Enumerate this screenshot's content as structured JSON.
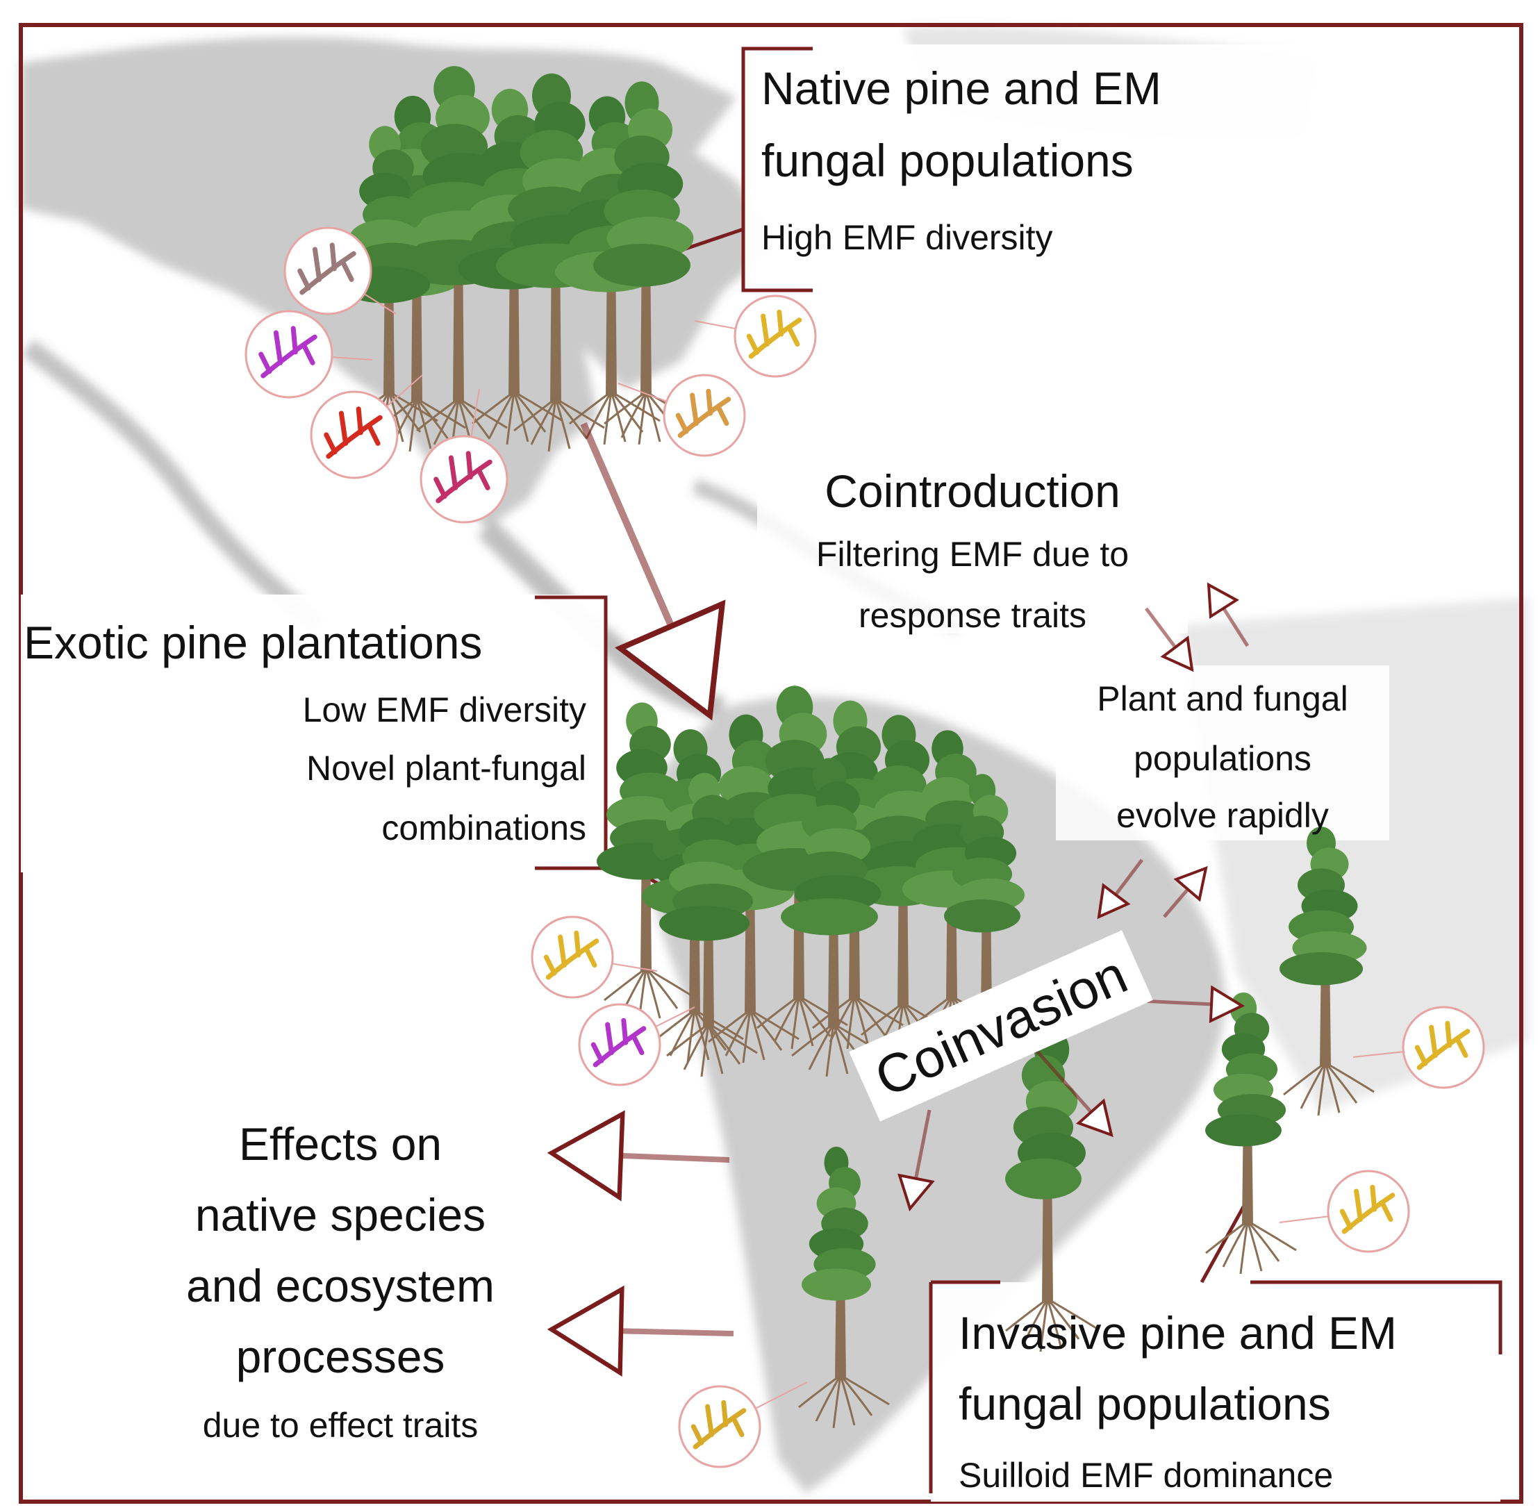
{
  "native": {
    "title_line1": "Native pine and EM",
    "title_line2": "fungal populations",
    "subtitle": "High EMF diversity"
  },
  "cointroduction": {
    "title": "Cointroduction",
    "line1": "Filtering EMF due to",
    "line2": "response traits"
  },
  "exotic": {
    "title": "Exotic pine plantations",
    "line1": "Low EMF diversity",
    "line2": "Novel plant-fungal",
    "line3": "combinations"
  },
  "evolution": {
    "line1": "Plant and fungal",
    "line2": "populations",
    "line3": "evolve rapidly"
  },
  "coinvasion": {
    "label": "Coinvasion"
  },
  "effects": {
    "line1": "Effects on",
    "line2": "native species",
    "line3": "and ecosystem",
    "line4": "processes",
    "line5": "due to effect traits"
  },
  "invasive": {
    "title_line1": "Invasive pine and EM",
    "title_line2": "fungal populations",
    "subtitle": "Suilloid EMF dominance"
  },
  "colors": {
    "frame": "#7a1f1f",
    "arrow": "#7a1c1c",
    "map": "#bdbdbd",
    "foliage": "#4e8a3e",
    "trunk": "#8a6f55"
  }
}
